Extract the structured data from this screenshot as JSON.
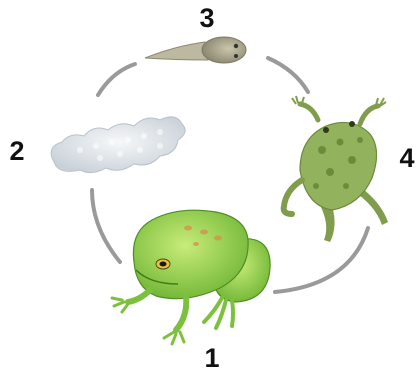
{
  "stages": [
    {
      "number": "1",
      "icon": "adult-frog-icon"
    },
    {
      "number": "2",
      "icon": "frog-spawn-icon"
    },
    {
      "number": "3",
      "icon": "tadpole-icon"
    },
    {
      "number": "4",
      "icon": "froglet-icon"
    }
  ],
  "colors": {
    "arc": "#9a9a9a",
    "frog_light": "#b7e06a",
    "frog_dark": "#5fa82a",
    "froglet": "#8fae5a",
    "spawn": "#e3e8ec",
    "tadpole": "#a9a58c"
  }
}
